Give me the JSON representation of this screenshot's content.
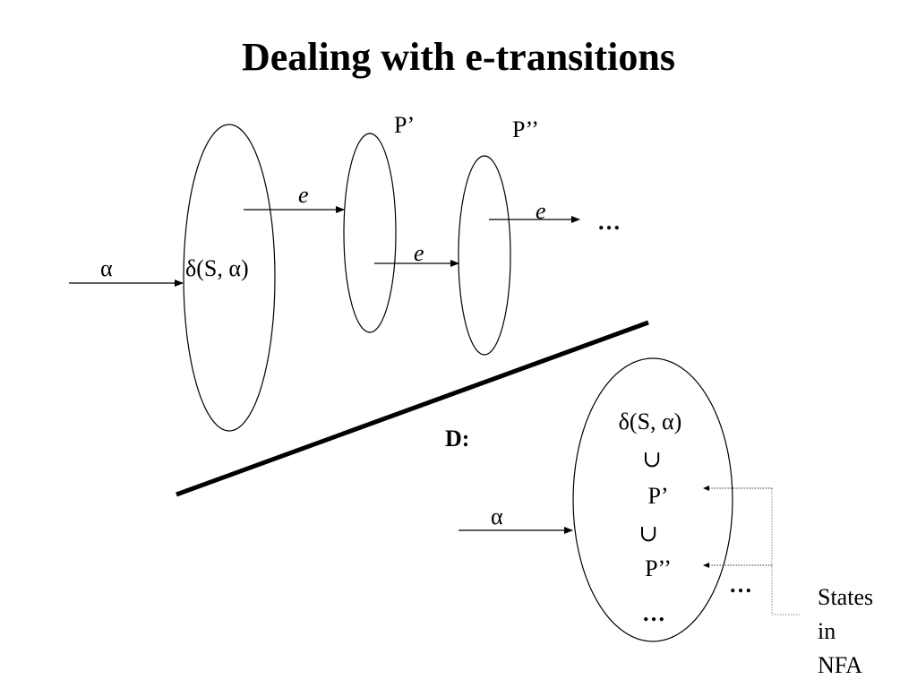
{
  "title": "Dealing with e-transitions",
  "labels": {
    "alpha_top": "α",
    "delta_top": "δ(S, α)",
    "p_prime_top": "P’",
    "p_dprime_top": "P’’",
    "e1": "e",
    "e2": "e",
    "e3": "e",
    "ellipsis_top": "…",
    "d_label": "D:",
    "alpha_bottom": "α",
    "delta_bottom": "δ(S, α)",
    "union1": "∪",
    "p_prime_bottom": "P’",
    "union2": "∪",
    "p_dprime_bottom": "P’’",
    "ellipsis_bottom_inside": "…",
    "ellipsis_bottom_outside": "…",
    "states_line1": "States",
    "states_line2": "in",
    "states_line3": "NFA"
  }
}
